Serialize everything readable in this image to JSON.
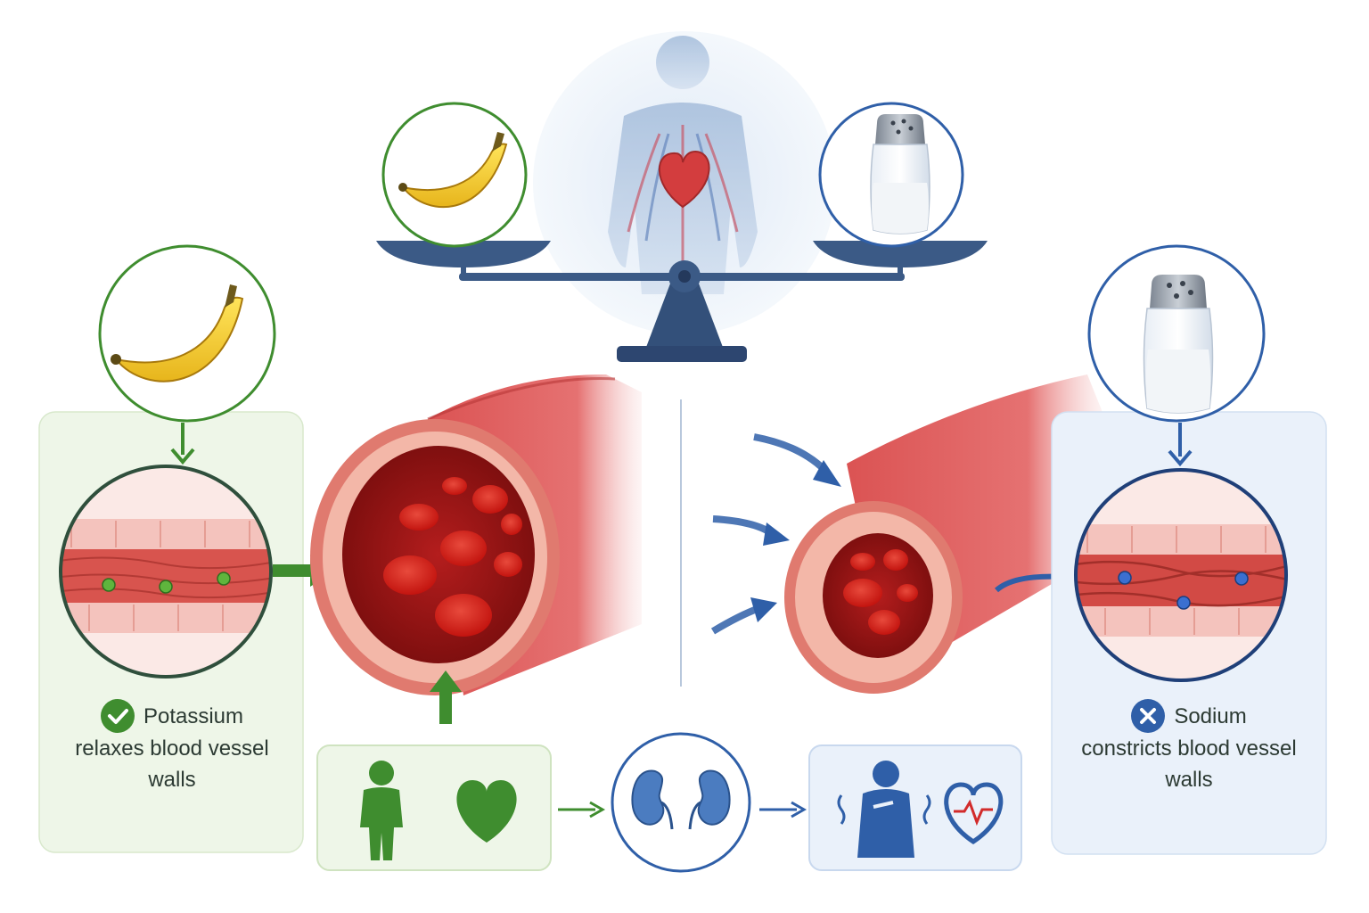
{
  "colors": {
    "potassium": "#3f8d2f",
    "potassium_panel": "#eef6e8",
    "sodium": "#2f5fa8",
    "sodium_panel": "#eaf1fa",
    "scale": "#3b5a86",
    "vessel": "#d94a4a",
    "blood_cell": "#d01f1f"
  },
  "scale": {
    "left_pan_item": "banana-icon",
    "right_pan_item": "salt-shaker-icon",
    "center_figure": "human-heart-icon"
  },
  "potassium": {
    "title": "Potassium",
    "line1": "relaxes blood vessel",
    "line2": "walls",
    "status_icon": "check-icon",
    "source_icon": "banana-icon"
  },
  "sodium": {
    "title": "Sodium",
    "line1": "constricts blood vessel",
    "line2": "walls",
    "status_icon": "cross-icon",
    "source_icon": "salt-shaker-icon"
  },
  "flow": {
    "step1_icons": [
      "person-icon",
      "heart-icon"
    ],
    "step2_icon": "kidneys-icon",
    "step3_icons": [
      "person-chest-pain-icon",
      "heart-rate-icon"
    ]
  }
}
